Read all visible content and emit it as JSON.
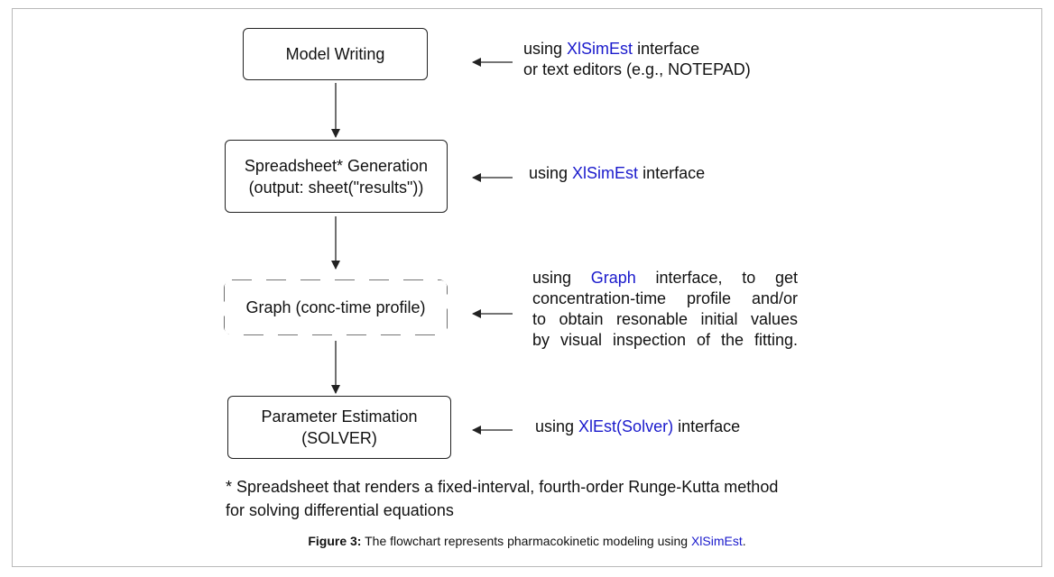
{
  "flow": {
    "step1": {
      "line1": "Model Writing"
    },
    "step2": {
      "line1": "Spreadsheet* Generation",
      "line2": "(output: sheet(\"results\"))"
    },
    "step3": {
      "line1": "Graph (conc-time profile)"
    },
    "step4": {
      "line1": "Parameter Estimation",
      "line2": "(SOLVER)"
    }
  },
  "notes": {
    "note1": {
      "prefix": "using",
      "tool": "XlSimEst",
      "suffix": "interface",
      "line2": "or text editors (e.g., NOTEPAD)"
    },
    "note2": {
      "prefix": "using",
      "tool": "XlSimEst",
      "suffix": "interface"
    },
    "note3": {
      "prefix": "using",
      "tool": "Graph",
      "suffix": "interface, to get",
      "line2": "concentration-time profile and/or",
      "line3": "to obtain resonable initial values",
      "line4": "by visual inspection of the fitting."
    },
    "note4": {
      "prefix": "using",
      "tool": "XlEst(Solver)",
      "suffix": "interface"
    }
  },
  "footnote": {
    "line1": "* Spreadsheet that renders a fixed-interval, fourth-order Runge-Kutta method",
    "line2": "for solving differential equations"
  },
  "caption": {
    "label": "Figure 3:",
    "text": "The flowchart represents pharmacokinetic modeling using",
    "link": "XlSimEst",
    "end": "."
  },
  "colors": {
    "accent": "#1a1acc",
    "line": "#222222",
    "frame": "#b9b9b9"
  }
}
